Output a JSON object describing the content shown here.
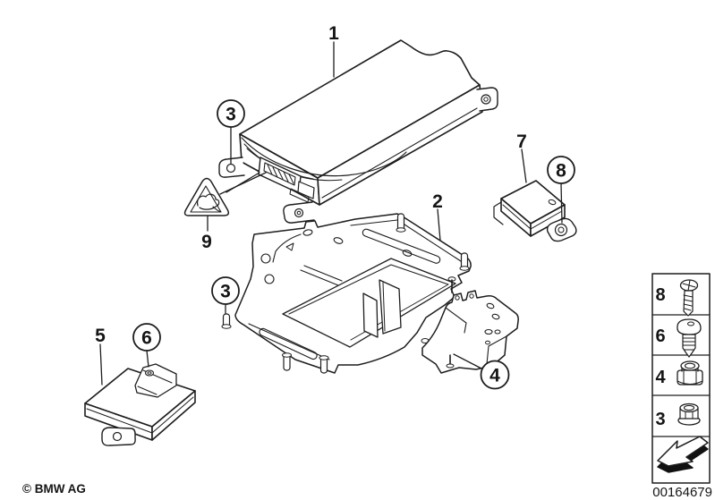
{
  "callouts": {
    "c1": "1",
    "c2": "2",
    "c3_top": "3",
    "c3_left": "3",
    "c4": "4",
    "c5": "5",
    "c6": "6",
    "c7": "7",
    "c8": "8",
    "c9": "9"
  },
  "legend": {
    "rows": [
      {
        "num": "8",
        "icon": "tapping-screw-icon"
      },
      {
        "num": "6",
        "icon": "expansion-rivet-icon"
      },
      {
        "num": "4",
        "icon": "lock-nut-icon"
      },
      {
        "num": "3",
        "icon": "hex-flange-nut-icon"
      }
    ],
    "arrow_icon": "direction-arrow-icon"
  },
  "footer": {
    "copyright": "© BMW AG",
    "document_number": "00164679"
  },
  "colors": {
    "line": "#1d1d1d",
    "background": "#ffffff",
    "arrow_black": "#111111",
    "footer_text": "#3a3a3a"
  }
}
